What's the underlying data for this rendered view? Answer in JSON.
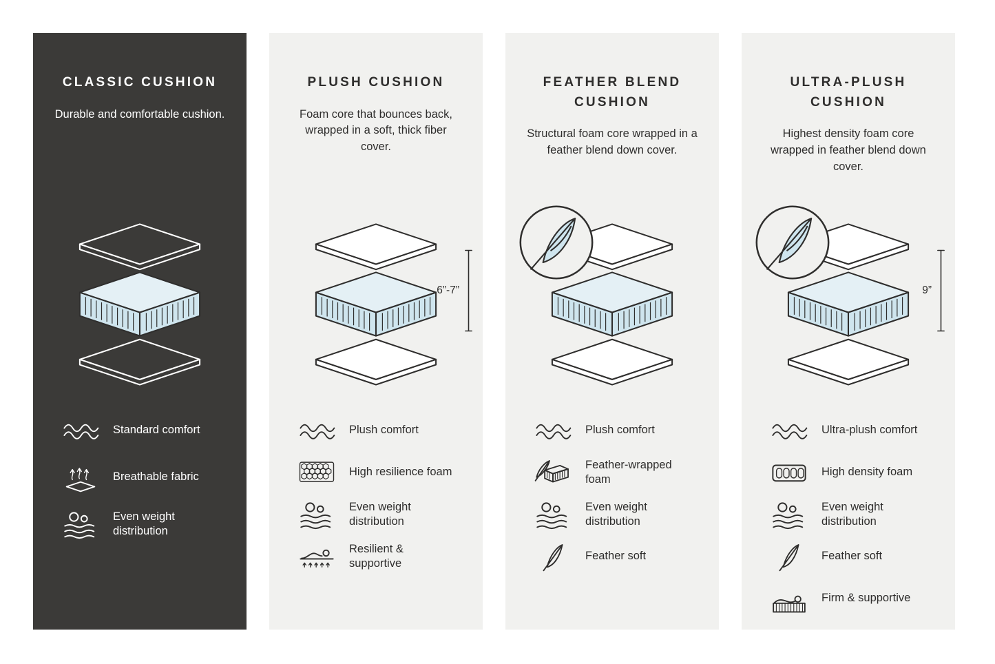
{
  "layout": {
    "background": "#ffffff"
  },
  "colors": {
    "dark_card_background": "#3b3a38",
    "light_card_background": "#f1f1ef",
    "foam_blue": "#cfe5ee",
    "outline_dark": "#2f2e2d",
    "text_on_dark": "#ffffff",
    "text_on_light": "#2f2e2d"
  },
  "cards": [
    {
      "id": "classic",
      "title": "CLASSIC CUSHION",
      "description": "Durable and comfortable cushion.",
      "theme": "dark",
      "illustration": {
        "name": "layered-cushion-diagram",
        "badge": null,
        "dimension": null
      },
      "features": [
        {
          "icon": "wave-icon",
          "label": "Standard comfort"
        },
        {
          "icon": "breathable-icon",
          "label": "Breathable fabric"
        },
        {
          "icon": "even-weight-icon",
          "label": "Even weight distribution"
        }
      ]
    },
    {
      "id": "plush",
      "title": "PLUSH CUSHION",
      "description": "Foam core that bounces back, wrapped in a soft, thick fiber cover.",
      "theme": "light",
      "illustration": {
        "name": "layered-cushion-diagram",
        "badge": null,
        "dimension": "6”-7”"
      },
      "features": [
        {
          "icon": "wave-icon",
          "label": "Plush comfort"
        },
        {
          "icon": "honeycomb-icon",
          "label": "High resilience foam"
        },
        {
          "icon": "even-weight-icon",
          "label": "Even weight distribution"
        },
        {
          "icon": "recline-icon",
          "label": "Resilient & supportive"
        }
      ]
    },
    {
      "id": "feather-blend",
      "title": "FEATHER BLEND CUSHION",
      "description": "Structural foam core wrapped in a feather blend down cover.",
      "theme": "light",
      "illustration": {
        "name": "layered-cushion-diagram",
        "badge": "feather-badge",
        "dimension": null
      },
      "features": [
        {
          "icon": "wave-icon",
          "label": "Plush comfort"
        },
        {
          "icon": "feather-foam-icon",
          "label": "Feather-wrapped foam"
        },
        {
          "icon": "even-weight-icon",
          "label": "Even weight distribution"
        },
        {
          "icon": "feather-icon",
          "label": "Feather soft"
        }
      ]
    },
    {
      "id": "ultra-plush",
      "title": "ULTRA-PLUSH CUSHION",
      "description": "Highest density foam core wrapped in feather blend down cover.",
      "theme": "light",
      "illustration": {
        "name": "layered-cushion-diagram",
        "badge": "feather-badge",
        "dimension": "9”"
      },
      "features": [
        {
          "icon": "wave-icon",
          "label": "Ultra-plush comfort"
        },
        {
          "icon": "foam-cells-icon",
          "label": "High density foam"
        },
        {
          "icon": "even-weight-icon",
          "label": "Even weight distribution"
        },
        {
          "icon": "feather-icon",
          "label": "Feather soft"
        },
        {
          "icon": "firm-icon",
          "label": "Firm & supportive"
        }
      ]
    }
  ]
}
